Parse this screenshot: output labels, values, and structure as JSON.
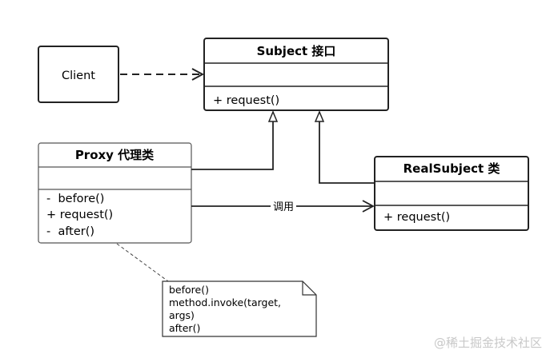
{
  "client": {
    "label": "Client"
  },
  "subject": {
    "title": "Subject 接口",
    "methods": [
      "+ request()"
    ]
  },
  "proxy": {
    "title": "Proxy 代理类",
    "methods": [
      "-  before()",
      "+ request()",
      "-  after()"
    ]
  },
  "real_subject": {
    "title": "RealSubject 类",
    "methods": [
      "+ request()"
    ]
  },
  "relations": {
    "call_label": "调用"
  },
  "note": {
    "lines": [
      "before()",
      "method.invoke(target,",
      "args)",
      "after()"
    ]
  },
  "watermark": {
    "text": "@稀土掘金技术社区"
  }
}
